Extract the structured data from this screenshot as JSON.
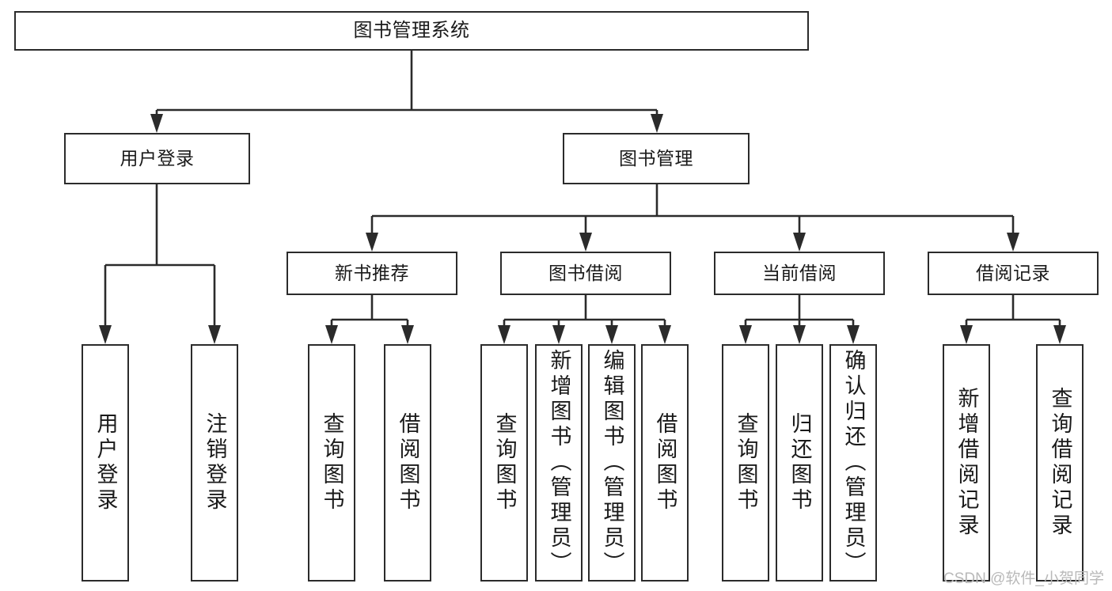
{
  "diagram": {
    "type": "tree-hierarchy-chart",
    "title": "图书管理系统",
    "watermark": "CSDN @软件_小贺同学",
    "colors": {
      "line": "#2b2b2b",
      "box_border": "#2b2b2b",
      "box_fill": "#ffffff",
      "text": "#1a1a1a",
      "watermark": "#b9b9b9"
    },
    "levels": {
      "root": {
        "label": "图书管理系统"
      },
      "level2": [
        {
          "label": "用户登录"
        },
        {
          "label": "图书管理"
        }
      ],
      "level3": [
        {
          "label": "新书推荐"
        },
        {
          "label": "图书借阅"
        },
        {
          "label": "当前借阅"
        },
        {
          "label": "借阅记录"
        }
      ],
      "leaves": {
        "user_login": [
          {
            "label": "用户登录"
          },
          {
            "label": "注销登录"
          }
        ],
        "new_book_recommend": [
          {
            "label": "查询图书"
          },
          {
            "label": "借阅图书"
          }
        ],
        "book_borrow": [
          {
            "label": "查询图书"
          },
          {
            "label": "新增图书（管理员）"
          },
          {
            "label": "编辑图书（管理员）"
          },
          {
            "label": "借阅图书"
          }
        ],
        "current_borrow": [
          {
            "label": "查询图书"
          },
          {
            "label": "归还图书"
          },
          {
            "label": "确认归还（管理员）"
          }
        ],
        "borrow_record": [
          {
            "label": "新增借阅记录"
          },
          {
            "label": "查询借阅记录"
          }
        ]
      }
    }
  }
}
